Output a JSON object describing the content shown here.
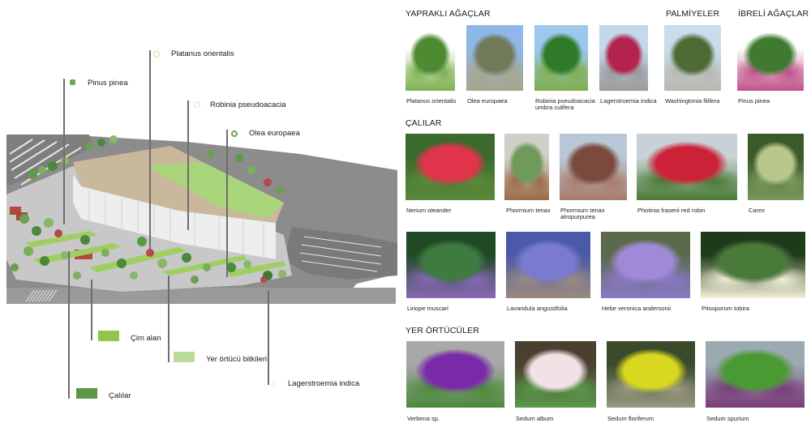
{
  "site_plan": {
    "callouts": [
      {
        "label": "Platanus orientalis",
        "icon": "circle-outline-icon",
        "color": "#c9df94"
      },
      {
        "label": "Pinus pinea",
        "icon": "pine-cluster-icon",
        "color": "#6aa84f"
      },
      {
        "label": "Robinia pseudoacacia",
        "icon": "circle-faint-icon",
        "color": "#d9e8c4"
      },
      {
        "label": "Olea europaea",
        "icon": "circle-target-icon",
        "color": "#6aa84f"
      },
      {
        "label": "Lagerstroemia indica",
        "icon": "circle-faint-icon",
        "color": "#e0ecd0"
      }
    ],
    "legend": [
      {
        "label": "Çim alan",
        "color": "#8fc74a"
      },
      {
        "label": "Yer örtücü bitkileri",
        "color": "#bcdb98"
      },
      {
        "label": "Çalılar",
        "color": "#5f9548"
      }
    ]
  },
  "catalogue": {
    "sections": [
      {
        "title": "YAPRAKLI AĞAÇLAR"
      },
      {
        "title": "PALMİYELER"
      },
      {
        "title": "İBRELİ AĞAÇLAR"
      },
      {
        "title": "ÇALILAR"
      },
      {
        "title": "YER ÖRTÜCÜLER"
      }
    ],
    "trees": [
      {
        "caption": "Platanus orientalis",
        "colors": [
          "#ffffff",
          "#4e8a32",
          "#7bb04e"
        ]
      },
      {
        "caption": "Olea europaea",
        "colors": [
          "#8fb8e8",
          "#707a5a",
          "#a6a68a"
        ]
      },
      {
        "caption": "Robinia pseudoacacia umbra culifera",
        "caption_line1": "Robinia pseudoacacia",
        "caption_line2": "umbra culifera",
        "colors": [
          "#9cc8ee",
          "#2f7a2a",
          "#7fae4c"
        ]
      },
      {
        "caption": "Lagerstroemia indica",
        "colors": [
          "#c2d8ec",
          "#b4234d",
          "#9a9a9a"
        ]
      },
      {
        "caption": "Washingtonia filifera",
        "colors": [
          "#c8dcee",
          "#4f6a34",
          "#b8b8b0"
        ]
      },
      {
        "caption": "Pinus pinea",
        "colors": [
          "#ffffff",
          "#3f7a30",
          "#c0508a"
        ]
      }
    ],
    "shrubs_row1": [
      {
        "caption": "Nerium oleander",
        "colors": [
          "#3c6a2c",
          "#e0344a",
          "#5a8a3a"
        ]
      },
      {
        "caption": "Phormium tenax",
        "colors": [
          "#d0d0c8",
          "#6e9a5a",
          "#9a6a46"
        ]
      },
      {
        "caption": "Phormium tenax atropurpurea",
        "caption_line1": "Phormium tenax",
        "caption_line2": "atropurpurea",
        "colors": [
          "#b9c8d6",
          "#7a4a3e",
          "#a87a68"
        ]
      },
      {
        "caption": "Photinia fraserii red robin",
        "colors": [
          "#c8d2d6",
          "#cc2238",
          "#4a7a34"
        ]
      },
      {
        "caption": "Carex",
        "colors": [
          "#3a5a2a",
          "#b8c88a",
          "#7a9a5a"
        ]
      }
    ],
    "shrubs_row2": [
      {
        "caption": "Liriope muscari",
        "colors": [
          "#1f4a24",
          "#3f7a40",
          "#8a68b8"
        ]
      },
      {
        "caption": "Lavandula angustifolia",
        "colors": [
          "#4a5aa8",
          "#7a7ad0",
          "#9a8a80"
        ]
      },
      {
        "caption": "Hebe veronica andersonii",
        "colors": [
          "#5a6a4a",
          "#a08ad8",
          "#8a78c8"
        ]
      },
      {
        "caption": "Pitosporum tobira",
        "colors": [
          "#1e3a1a",
          "#4a7a3a",
          "#f4f0d8"
        ]
      }
    ],
    "groundcovers": [
      {
        "caption": "Verbena sp.",
        "colors": [
          "#a8a8a8",
          "#7a2aa8",
          "#4a8a3a"
        ]
      },
      {
        "caption": "Sedum album",
        "colors": [
          "#4a4030",
          "#f2e2e6",
          "#5a9a4a"
        ]
      },
      {
        "caption": "Sedum floriferum",
        "colors": [
          "#3a4a2a",
          "#d8d820",
          "#9a9a80"
        ]
      },
      {
        "caption": "Sedum spurium",
        "colors": [
          "#9aaab0",
          "#4a9a34",
          "#7a3a7a"
        ]
      }
    ]
  }
}
